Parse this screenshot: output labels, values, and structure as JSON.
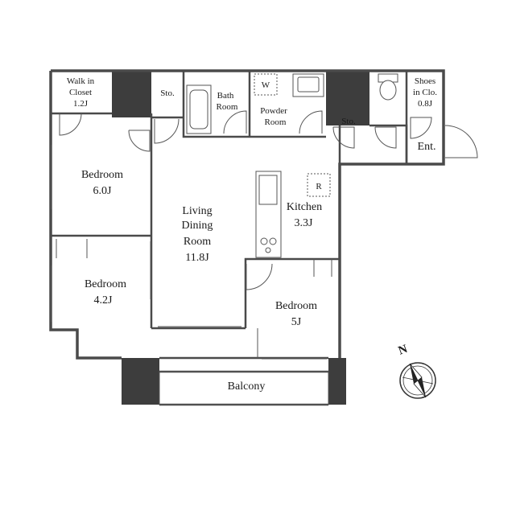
{
  "rooms": {
    "walk_in_closet": [
      "Walk in",
      "Closet",
      "1.2J"
    ],
    "storage_1": "Sto.",
    "bath_room": [
      "Bath",
      "Room"
    ],
    "powder_room": [
      "Powder",
      "Room"
    ],
    "storage_2": "Sto.",
    "shoes_in_closet": [
      "Shoes",
      "in Clo.",
      "0.8J"
    ],
    "entrance": "Ent.",
    "bedroom_1": [
      "Bedroom",
      "6.0J"
    ],
    "ldk": [
      "Living",
      "Dining",
      "Room",
      "11.8J"
    ],
    "kitchen": [
      "Kitchen",
      "3.3J"
    ],
    "bedroom_2": [
      "Bedroom",
      "4.2J"
    ],
    "bedroom_3": [
      "Bedroom",
      "5J"
    ],
    "balcony": "Balcony"
  },
  "symbols": {
    "washer": "W",
    "fridge": "R"
  },
  "compass": {
    "north": "N"
  }
}
